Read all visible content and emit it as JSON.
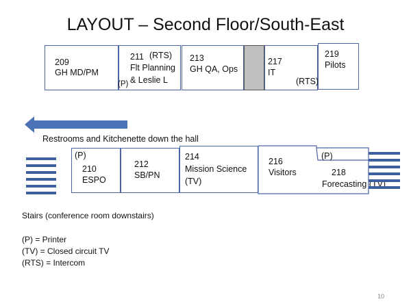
{
  "title": "LAYOUT – Second Floor/South-East",
  "top_rooms": [
    {
      "number": "209",
      "label": "GH MD/PM"
    },
    {
      "number": "211",
      "tag": "(RTS)",
      "label1": "Flt Planning",
      "label2": "& Leslie L",
      "marker": "(P)"
    },
    {
      "number": "213",
      "label": "GH QA, Ops"
    },
    {
      "number": "217",
      "label": "IT",
      "marker": "(RTS)"
    },
    {
      "number": "219",
      "label": "Pilots"
    }
  ],
  "hall_note": "Restrooms and Kitchenette down the hall",
  "bottom_rooms": [
    {
      "marker": "(P)",
      "number": "210",
      "label": "ESPO"
    },
    {
      "number": "212",
      "label": "SB/PN"
    },
    {
      "number": "214",
      "label1": "Mission Science",
      "label2": "(TV)"
    },
    {
      "number": "216",
      "label": "Visitors"
    },
    {
      "marker": "(P)",
      "number": "218",
      "label": "Forecasting (TV)"
    }
  ],
  "stairs_note": "Stairs (conference room downstairs)",
  "legend": [
    "(P) = Printer",
    "(TV) = Closed circuit TV",
    "(RTS) = Intercom"
  ],
  "page_number": "10",
  "colors": {
    "room_border": "#4a64a8",
    "arrow": "#4a72b4",
    "stairs": "#3e5f9e",
    "column_fill": "#c0c0c0"
  }
}
